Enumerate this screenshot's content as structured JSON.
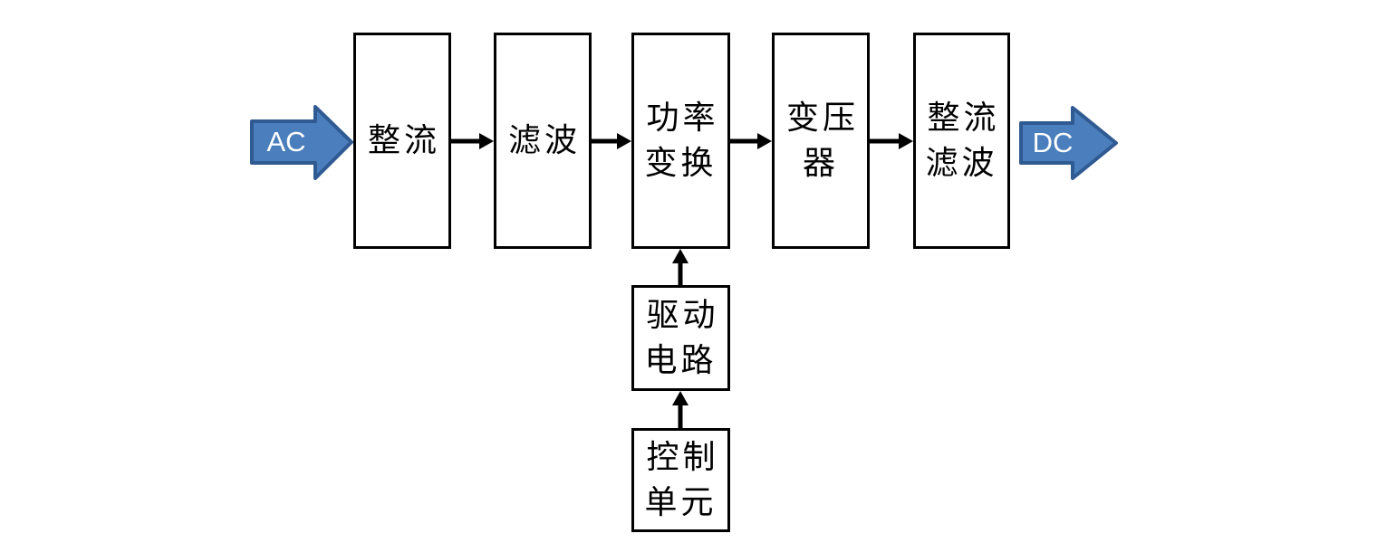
{
  "diagram": {
    "description": "AC-DC switching power supply block diagram",
    "io": {
      "input_label": "AC",
      "output_label": "DC"
    },
    "blocks": [
      {
        "id": "rectifier",
        "label": "整流"
      },
      {
        "id": "filter",
        "label": "滤波"
      },
      {
        "id": "power-conversion",
        "label": "功率\n变换"
      },
      {
        "id": "transformer",
        "label": "变压\n器"
      },
      {
        "id": "rectifier-filter",
        "label": "整流\n滤波"
      },
      {
        "id": "drive-circuit",
        "label": "驱动\n电路"
      },
      {
        "id": "control-unit",
        "label": "控制\n单元"
      }
    ],
    "flows": [
      "AC -> rectifier",
      "rectifier -> filter",
      "filter -> power-conversion",
      "power-conversion -> transformer",
      "transformer -> rectifier-filter",
      "rectifier-filter -> DC",
      "control-unit -> drive-circuit",
      "drive-circuit -> power-conversion"
    ],
    "colors": {
      "io_arrow_fill": "#4a7ebc",
      "io_arrow_border": "#2f5a92",
      "io_arrow_text": "#ffffff",
      "box_border": "#000000",
      "box_fill": "#ffffff",
      "connector": "#000000",
      "background": "#ffffff"
    }
  }
}
